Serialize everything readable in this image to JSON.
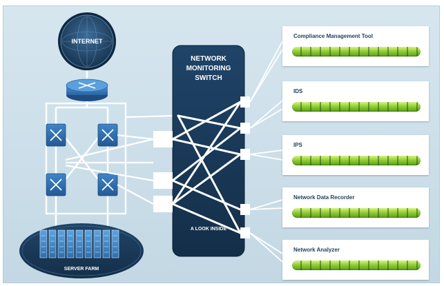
{
  "diagram": {
    "internet_label": "INTERNET",
    "router_caption": "",
    "switch_title": [
      "NETWORK",
      "MONITORING",
      "SWITCH"
    ],
    "switch_footer": "A LOOK INSIDE",
    "server_farm_label": "SERVER FARM"
  },
  "tools": [
    {
      "name": "Compliance Management Tool",
      "bar_text": ""
    },
    {
      "name": "IDS",
      "bar_text": ""
    },
    {
      "name": "IPS",
      "bar_text": ""
    },
    {
      "name": "Network Data Recorder",
      "bar_text": ""
    },
    {
      "name": "Network Analyzer",
      "bar_text": ""
    }
  ],
  "colors": {
    "background": "#cadde8",
    "navy": "#1c3b5a",
    "switch_blue": "#2f6fb2",
    "tool_bar_green": "#8cc934"
  }
}
